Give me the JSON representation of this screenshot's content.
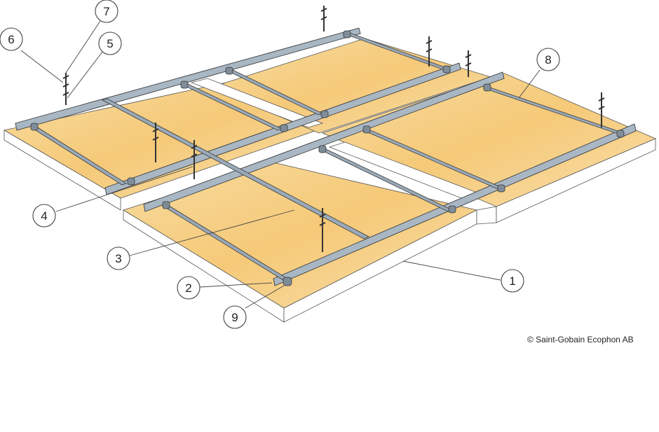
{
  "diagram": {
    "callouts": [
      "1",
      "2",
      "3",
      "4",
      "5",
      "6",
      "7",
      "8",
      "9"
    ],
    "copyright": "© Saint-Gobain Ecophon AB"
  },
  "colors": {
    "panel_face": "#f6cd7e",
    "panel_edge": "#ffffff",
    "profile": "#a9b7c4",
    "profile_dark": "#56636f",
    "outline": "#3b3b3b"
  }
}
